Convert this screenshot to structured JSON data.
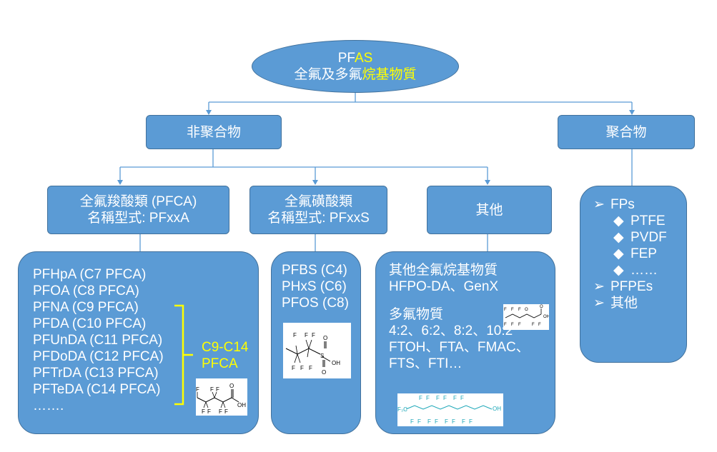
{
  "root": {
    "line1_a": "PF",
    "line1_b": "AS",
    "line2_a": "全氟及多氟",
    "line2_b": "烷基物質"
  },
  "non_polymer": {
    "label": "非聚合物"
  },
  "polymer": {
    "label": "聚合物"
  },
  "pfca": {
    "line1": "全氟羧酸類 (PFCA)",
    "line2": "名稱型式: PFxxA"
  },
  "pfsa": {
    "line1": "全氟磺酸類",
    "line2": "名稱型式: PFxxS"
  },
  "other": {
    "label": "其他"
  },
  "pfca_list": {
    "items": [
      "PFHpA (C7 PFCA)",
      "PFOA (C8 PFCA)",
      "PFNA (C9 PFCA)",
      "PFDA (C10 PFCA)",
      "PFUnDA (C11 PFCA)",
      "PFDoDA (C12 PFCA)",
      "PFTrDA (C13 PFCA)",
      "PFTeDA (C14 PFCA)",
      "……."
    ],
    "bracket_label_1": "C9-C14",
    "bracket_label_2": "PFCA"
  },
  "pfsa_list": {
    "items": [
      "PFBS (C4)",
      "PHxS (C6)",
      "PFOS (C8)"
    ]
  },
  "other_list": {
    "line1": "其他全氟烷基物質",
    "line2": "HFPO-DA、GenX",
    "line3": "多氟物質",
    "line4": "4:2、6:2、8:2、10:2",
    "line5": "FTOH、FTA、FMAC、",
    "line6": "FTS、FTI…"
  },
  "polymer_list": {
    "items": [
      {
        "bullet": "➢",
        "text": "FPs",
        "level": 1
      },
      {
        "bullet": "◆",
        "text": "PTFE",
        "level": 2
      },
      {
        "bullet": "◆",
        "text": "PVDF",
        "level": 2
      },
      {
        "bullet": "◆",
        "text": "FEP",
        "level": 2
      },
      {
        "bullet": "◆",
        "text": "……",
        "level": 2
      },
      {
        "bullet": "➢",
        "text": "PFPEs",
        "level": 1
      },
      {
        "bullet": "➢",
        "text": "其他",
        "level": 1
      }
    ]
  },
  "molecules": {
    "f": "F",
    "o": "O",
    "oh": "OH",
    "s": "S",
    "cf3": "F₃C"
  },
  "colors": {
    "box_fill": "#5b9bd5",
    "box_border": "#41719c",
    "text": "#ffffff",
    "highlight": "#ffff00",
    "connector": "#5b9bd5",
    "molecule_label": "#1aa6b7"
  }
}
